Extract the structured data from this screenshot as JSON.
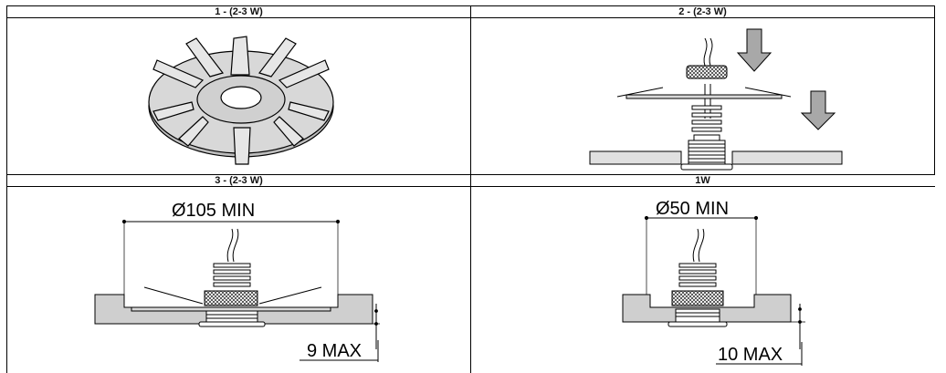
{
  "panels": [
    {
      "title": "1 - (2-3 W)"
    },
    {
      "title": "2 - (2-3 W)"
    },
    {
      "title": "3 - (2-3 W)",
      "diameter_label": "Ø105 MIN",
      "depth_label": "9 MAX"
    },
    {
      "title": "1W",
      "diameter_label": "Ø50 MIN",
      "depth_label": "10 MAX"
    }
  ],
  "colors": {
    "line": "#000000",
    "part_fill": "#d8d8d8",
    "surface_fill": "#cfcfcf",
    "arrow_fill": "#a8a8a8"
  },
  "icons": [
    "spring-clip-washer",
    "down-arrow",
    "led-spotlight",
    "ceiling-panel",
    "dimension-line"
  ]
}
